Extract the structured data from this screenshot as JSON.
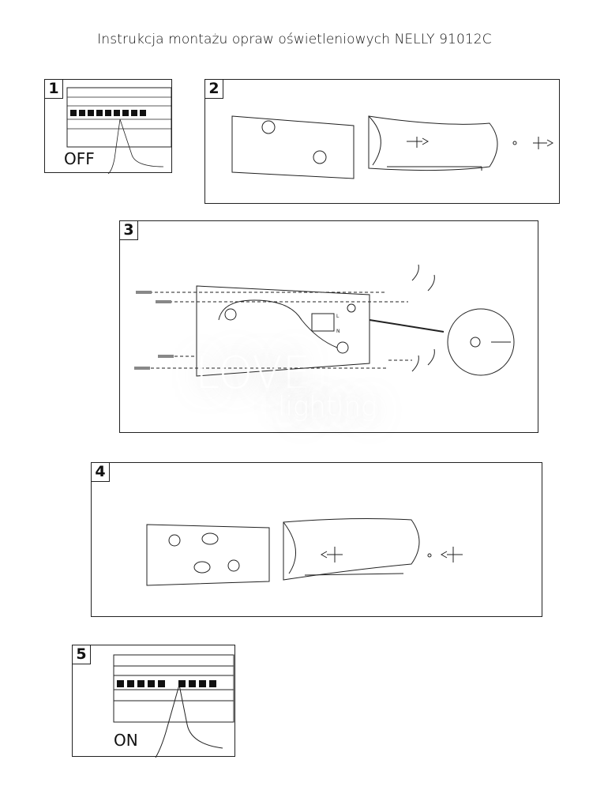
{
  "title": "Instrukcja montażu opraw oświetleniowych NELLY 91012C",
  "steps": [
    {
      "number": "1",
      "label": "OFF"
    },
    {
      "number": "2"
    },
    {
      "number": "3",
      "terminal_labels": [
        "L",
        "N"
      ],
      "watermark": {
        "top": "LOVE",
        "bottom": "lighting"
      }
    },
    {
      "number": "4"
    },
    {
      "number": "5",
      "label": "ON"
    }
  ]
}
